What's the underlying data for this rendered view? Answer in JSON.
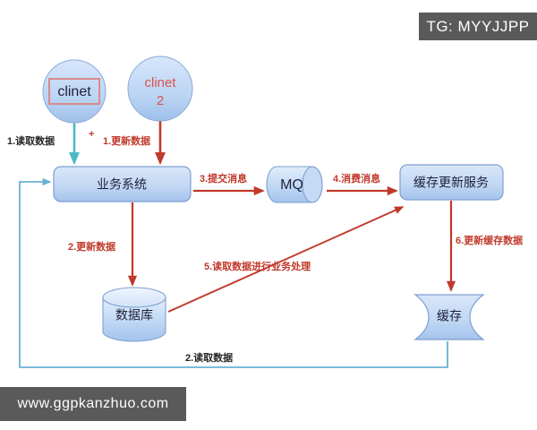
{
  "diagram": {
    "title": "cache-update-architecture",
    "colors": {
      "node_fill_top": "#cfe0f7",
      "node_fill_bottom": "#a9c7ef",
      "node_stroke": "#7f9fd0",
      "red_arrow": "#c0392b",
      "blue_arrow": "#6ab0d4",
      "teal_arrow": "#4bb8c6",
      "label_red": "#c0392b",
      "label_dark": "#262626",
      "watermark_bg": "#5a5a5a"
    },
    "nodes": [
      {
        "id": "client1",
        "label": "clinet",
        "shape": "circle",
        "boxed": true
      },
      {
        "id": "client2",
        "label_line1": "clinet",
        "label_line2": "2",
        "shape": "circle",
        "boxed": false
      },
      {
        "id": "business",
        "label": "业务系统",
        "shape": "rounded-rect"
      },
      {
        "id": "mq",
        "label": "MQ",
        "shape": "cylinder-horizontal"
      },
      {
        "id": "cache_service",
        "label": "缓存更新服务",
        "shape": "rounded-rect"
      },
      {
        "id": "database",
        "label": "数据库",
        "shape": "cylinder-vertical"
      },
      {
        "id": "cache",
        "label": "缓存",
        "shape": "tape"
      }
    ],
    "edges": [
      {
        "id": "e1",
        "label": "1.读取数据",
        "color": "dark",
        "from": "client1",
        "to": "business"
      },
      {
        "id": "plus",
        "label": "+",
        "color": "red",
        "from": "",
        "to": ""
      },
      {
        "id": "e2",
        "label": "1.更新数据",
        "color": "red",
        "from": "client2",
        "to": "business"
      },
      {
        "id": "e3",
        "label": "3.提交消息",
        "color": "red",
        "from": "business",
        "to": "mq"
      },
      {
        "id": "e4",
        "label": "4.消费消息",
        "color": "red",
        "from": "mq",
        "to": "cache_service"
      },
      {
        "id": "e5",
        "label": "2.更新数据",
        "color": "red",
        "from": "business",
        "to": "database"
      },
      {
        "id": "e6",
        "label": "5.读取数据进行业务处理",
        "color": "red",
        "from": "database",
        "to": "cache_service"
      },
      {
        "id": "e7",
        "label": "6.更新缓存数据",
        "color": "red",
        "from": "cache_service",
        "to": "cache"
      },
      {
        "id": "e8",
        "label": "2.读取数据",
        "color": "dark",
        "from": "cache",
        "to": "business"
      }
    ]
  },
  "watermarks": {
    "top_right": "TG: MYYJJPP",
    "bottom_left": "www.ggpkanzhuo.com"
  }
}
